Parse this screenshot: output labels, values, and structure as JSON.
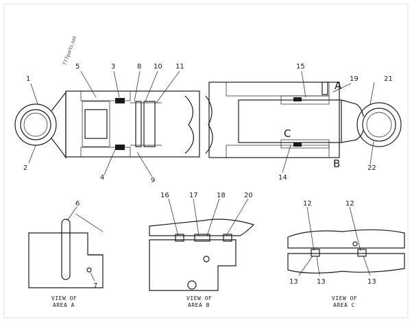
{
  "watermark": "777parts.net",
  "labels": {
    "n1": "1",
    "n2": "2",
    "n3": "3",
    "n4": "4",
    "n5": "5",
    "n6": "6",
    "n7": "7",
    "n8": "8",
    "n9": "9",
    "n10": "10",
    "n11": "11",
    "n12a": "12",
    "n12b": "12",
    "n13a": "13",
    "n13b": "13",
    "n13c": "13",
    "n14": "14",
    "n15": "15",
    "n16": "16",
    "n17": "17",
    "n18": "18",
    "n19": "19",
    "n20": "20",
    "n21": "21",
    "n22": "22"
  },
  "callouts": {
    "a": "A",
    "b": "B",
    "c": "C"
  },
  "views": {
    "a_line1": "VIEW OF",
    "a_line2": "AREA A",
    "b_line1": "VIEW OF",
    "b_line2": "AREA B",
    "c_line1": "VIEW OF",
    "c_line2": "AREA C"
  }
}
